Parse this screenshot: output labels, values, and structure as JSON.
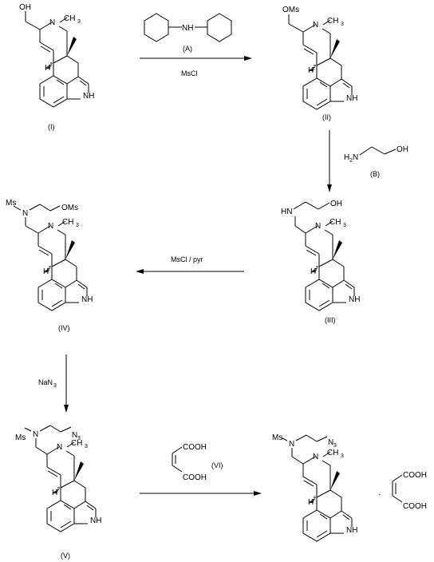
{
  "compounds": {
    "I": {
      "label": "(I)",
      "substituent": "OH"
    },
    "II": {
      "label": "(II)",
      "substituent": "OMs"
    },
    "III": {
      "label": "(III)",
      "chain_nh": "HN",
      "chain_oh": "OH"
    },
    "IV": {
      "label": "(IV)",
      "ms": "Ms",
      "n": "N",
      "oms": "OMs"
    },
    "V": {
      "label": "(V)",
      "ms": "Ms",
      "n": "N",
      "azide": "N",
      "azide_sub": "3"
    },
    "product": {
      "ms": "Ms",
      "n": "N",
      "azide": "N",
      "azide_sub": "3"
    }
  },
  "core_atoms": {
    "ring_n": "N",
    "methyl": "CH",
    "methyl_sub": "3",
    "h": "H",
    "indole_nh": "NH"
  },
  "reagents": {
    "A": {
      "label": "(A)",
      "nh": "NH",
      "step": "MsCl"
    },
    "B": {
      "label": "(B)",
      "h2n_h": "H",
      "h2n_sub": "2",
      "h2n_n": "N",
      "oh": "OH"
    },
    "IV_step": {
      "text": "MsCl / pyr"
    },
    "V_step": {
      "text": "NaN",
      "sub": "3"
    },
    "VI": {
      "label": "(VI)",
      "cooh_top": "COOH",
      "cooh_bottom": "COOH"
    },
    "salt_cooh_top": "COOH",
    "salt_cooh_bottom": "COOH",
    "salt_dot": "·"
  }
}
